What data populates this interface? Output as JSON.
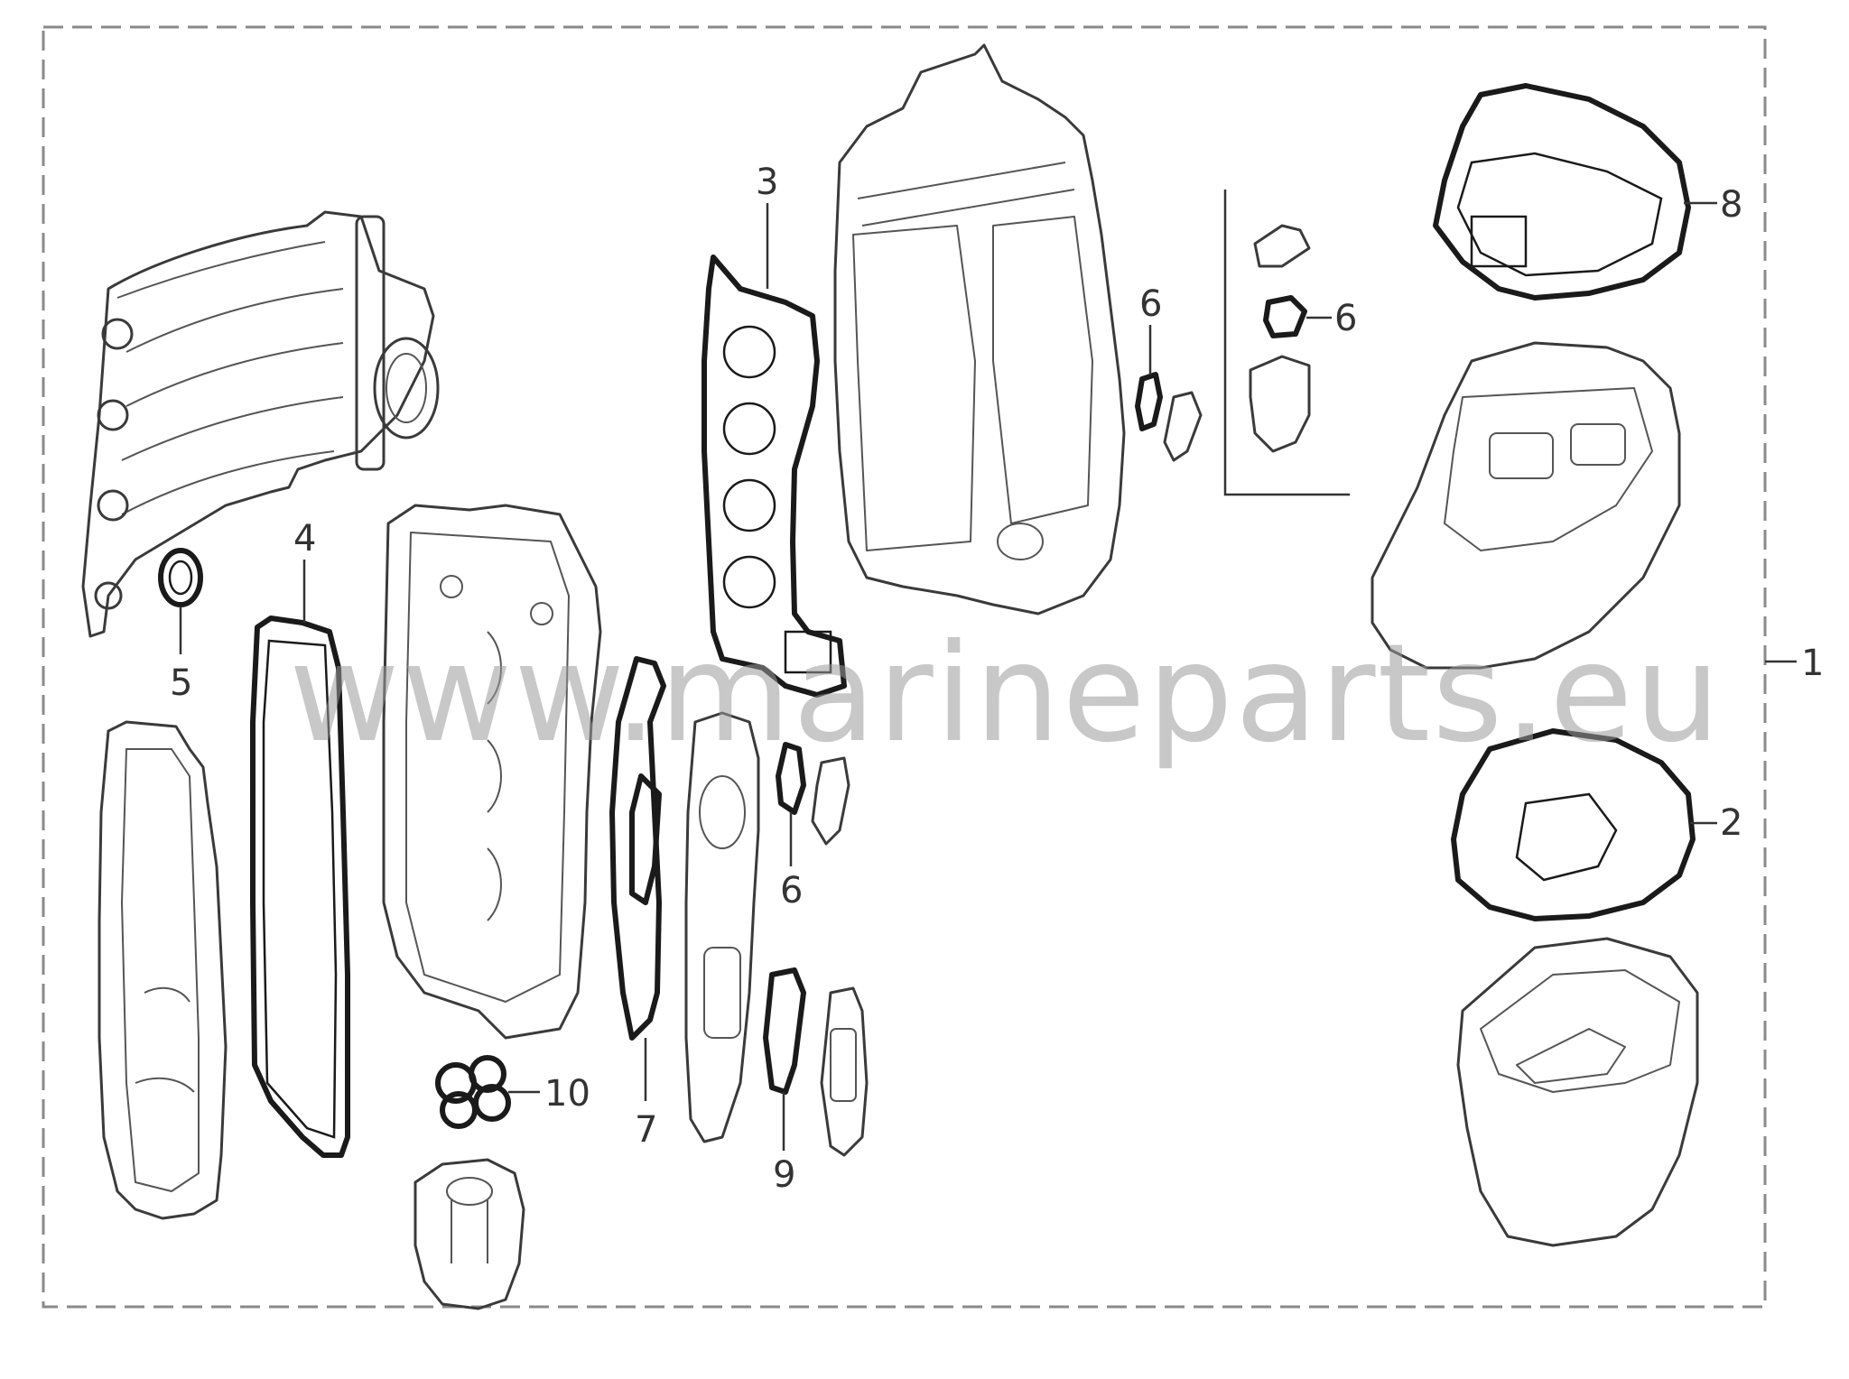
{
  "watermark": "www.marineparts.eu",
  "callouts": {
    "c1": "1",
    "c2": "2",
    "c3": "3",
    "c4": "4",
    "c5": "5",
    "c6a": "6",
    "c6b": "6",
    "c6c": "6",
    "c7": "7",
    "c8": "8",
    "c9": "9",
    "c10": "10"
  },
  "colors": {
    "line": "#3a3a3a",
    "gasket": "#1a1a1a",
    "frame": "#8a8a8a",
    "watermark": "#9a9a9a"
  }
}
